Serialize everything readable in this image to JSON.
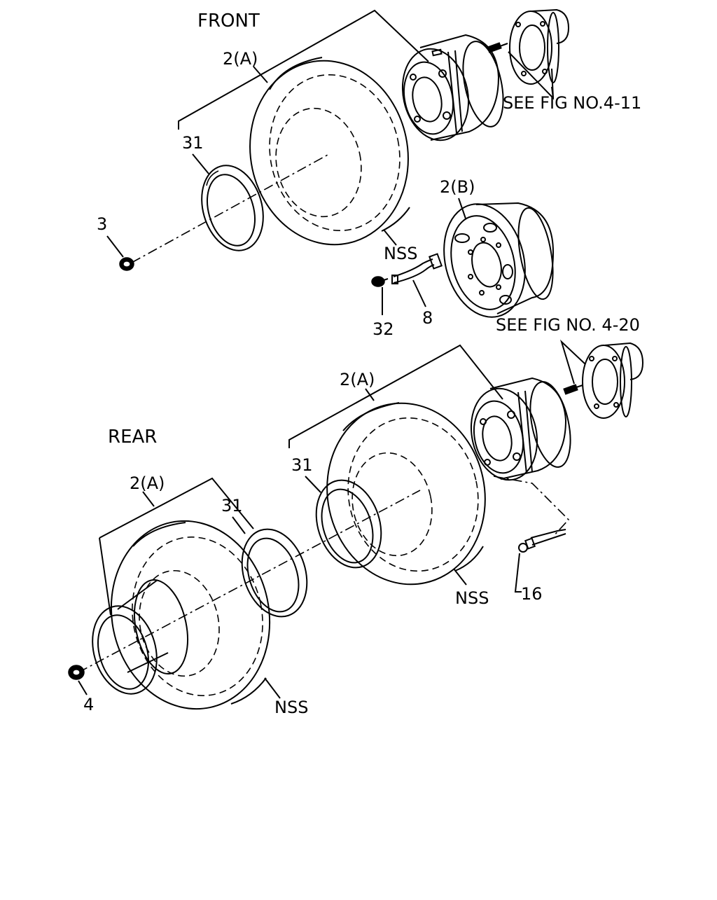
{
  "front": {
    "title": "FRONT",
    "tire_label": "2(A)",
    "ring_label": "31",
    "nut_label": "3",
    "nss_label": "NSS",
    "wheel_label": "2(B)",
    "valve_label": "8",
    "cap_label": "32",
    "see_fig": "SEE FIG NO.4-11"
  },
  "rear": {
    "title": "REAR",
    "inner_tire_label": "2(A)",
    "inner_ring_label": "31",
    "inner_nss_label": "NSS",
    "outer_tire_label": "2(A)",
    "outer_ring_label": "31",
    "outer_nss_label": "NSS",
    "nut_label": "4",
    "valve_label": "16",
    "see_fig": "SEE FIG NO. 4-20"
  }
}
